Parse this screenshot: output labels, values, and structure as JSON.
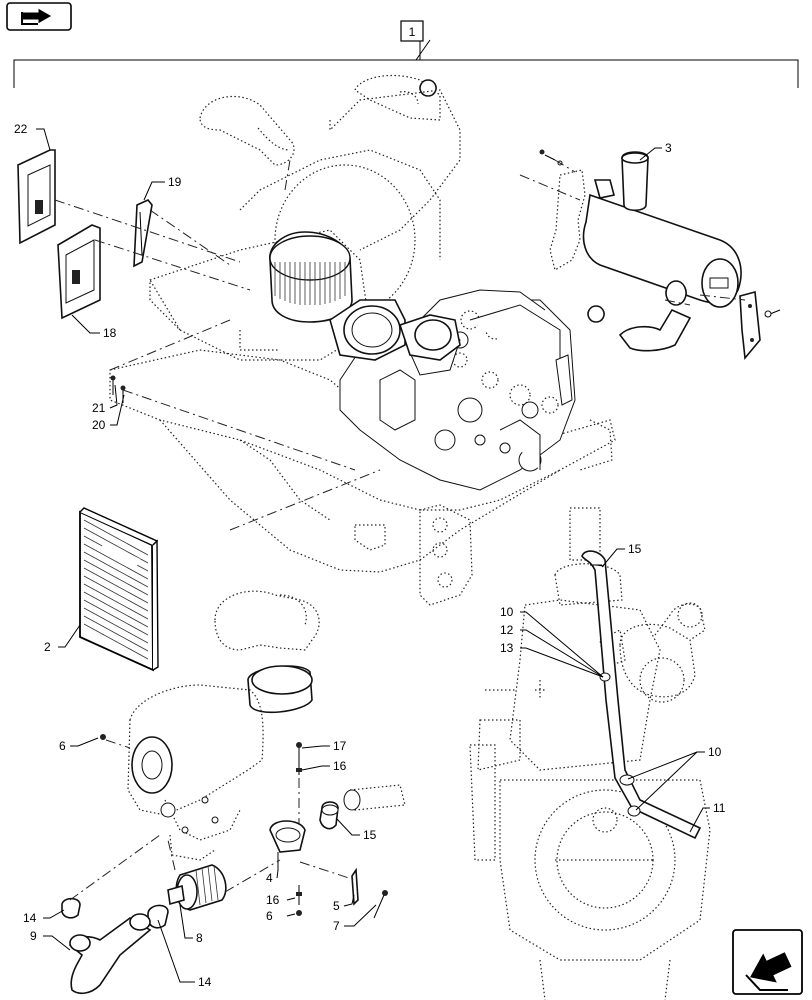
{
  "nav": {
    "back_icon": "back-arrow-icon",
    "forward_icon": "forward-arrow-icon"
  },
  "callouts": {
    "c1": "1",
    "c2": "2",
    "c3": "3",
    "c4": "4",
    "c5": "5",
    "c6a": "6",
    "c6b": "6",
    "c7": "7",
    "c8": "8",
    "c9": "9",
    "c10a": "10",
    "c10b": "10",
    "c11": "11",
    "c12": "12",
    "c13": "13",
    "c14a": "14",
    "c14b": "14",
    "c15a": "15",
    "c15b": "15",
    "c16a": "16",
    "c16b": "16",
    "c17": "17",
    "c18": "18",
    "c19": "19",
    "c20": "20",
    "c21": "21",
    "c22": "22"
  }
}
